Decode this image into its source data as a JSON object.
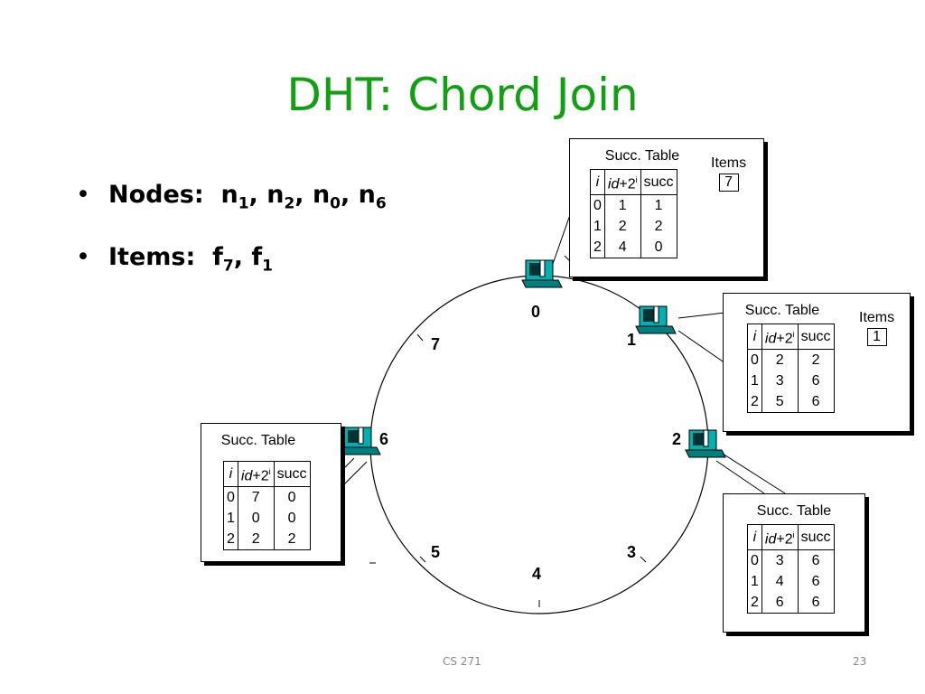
{
  "title": "DHT: Chord Join",
  "bullets": {
    "nodes": {
      "label": "Nodes:",
      "items": [
        "n",
        "1",
        ", n",
        "2",
        ", n",
        "0",
        ", n",
        "6"
      ]
    },
    "items": {
      "label": "Items:",
      "items": [
        "f",
        "7",
        ", f",
        "1"
      ]
    }
  },
  "table_header": {
    "caption": "Succ. Table",
    "col_i": "i",
    "col_id": "id",
    "col_plus": "+2",
    "col_exp": "i",
    "col_succ": "succ"
  },
  "items_label": "Items",
  "ring_labels": {
    "n0": "0",
    "n1": "1",
    "n2": "2",
    "n3": "3",
    "n4": "4",
    "n5": "5",
    "n6": "6",
    "n7": "7"
  },
  "node0": {
    "rows": [
      [
        "0",
        "1",
        "1"
      ],
      [
        "1",
        "2",
        "2"
      ],
      [
        "2",
        "4",
        "0"
      ]
    ],
    "item": "7"
  },
  "node1": {
    "rows": [
      [
        "0",
        "2",
        "2"
      ],
      [
        "1",
        "3",
        "6"
      ],
      [
        "2",
        "5",
        "6"
      ]
    ],
    "item": "1"
  },
  "node2": {
    "rows": [
      [
        "0",
        "3",
        "6"
      ],
      [
        "1",
        "4",
        "6"
      ],
      [
        "2",
        "6",
        "6"
      ]
    ]
  },
  "node6": {
    "rows": [
      [
        "0",
        "7",
        "0"
      ],
      [
        "1",
        "0",
        "0"
      ],
      [
        "2",
        "2",
        "2"
      ]
    ]
  },
  "footer": {
    "course": "CS 271",
    "page": "23"
  }
}
